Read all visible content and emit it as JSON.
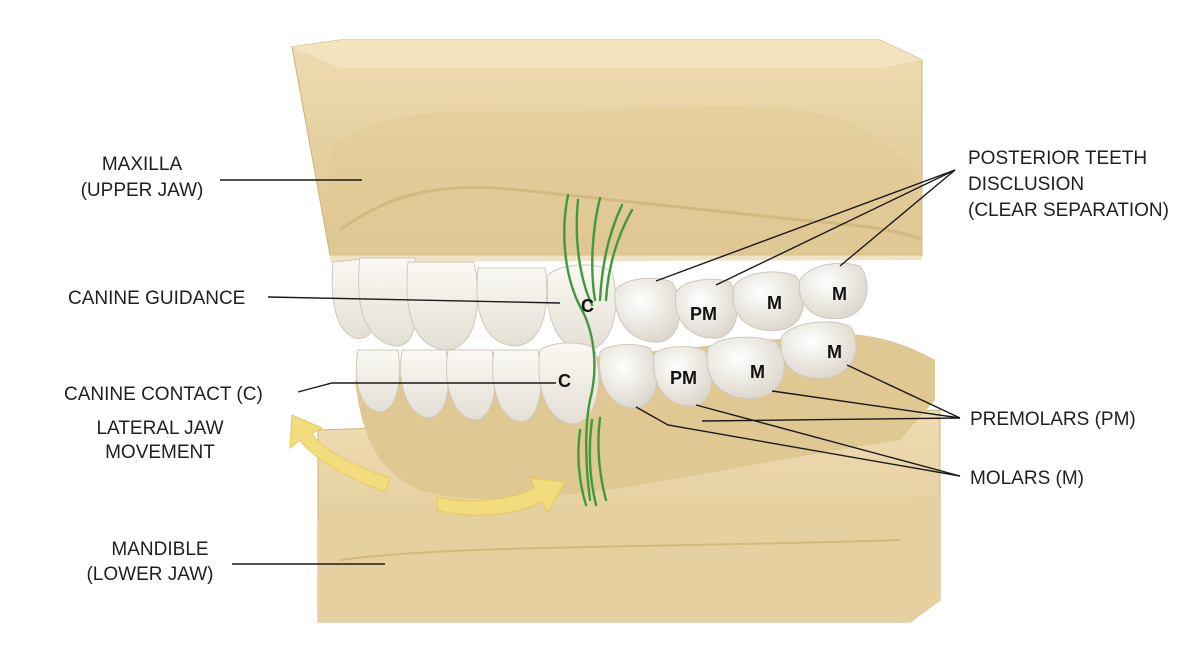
{
  "labels": {
    "maxilla": [
      "MAXILLA",
      "(UPPER JAW)"
    ],
    "canine_guidance": "CANINE GUIDANCE",
    "canine_contact": "CANINE CONTACT (C)",
    "lateral_movement": [
      "LATERAL JAW",
      "MOVEMENT"
    ],
    "mandible": [
      "MANDIBLE",
      "(LOWER JAW)"
    ],
    "posterior": [
      "POSTERIOR TEETH",
      "DISCLUSION",
      "(CLEAR SEPARATION)"
    ],
    "premolars": "PREMOLARS (PM)",
    "molars": "MOLARS (M)"
  },
  "tooth_marks": {
    "upper": [
      "C",
      "PM",
      "M",
      "M"
    ],
    "lower": [
      "C",
      "PM",
      "M",
      "M"
    ]
  },
  "colors": {
    "base": "#e9d5a8",
    "base_shadow": "#d8c08c",
    "gum": "#e4cc98",
    "tooth": "#f7f4ee",
    "tooth_shade": "#ddd7cc",
    "guide_lines": "#3f9a3a",
    "arrow": "#f2dc7e",
    "text": "#1f1f1f"
  },
  "icons": {
    "movement_arrows": "curved-arrow-icon"
  }
}
